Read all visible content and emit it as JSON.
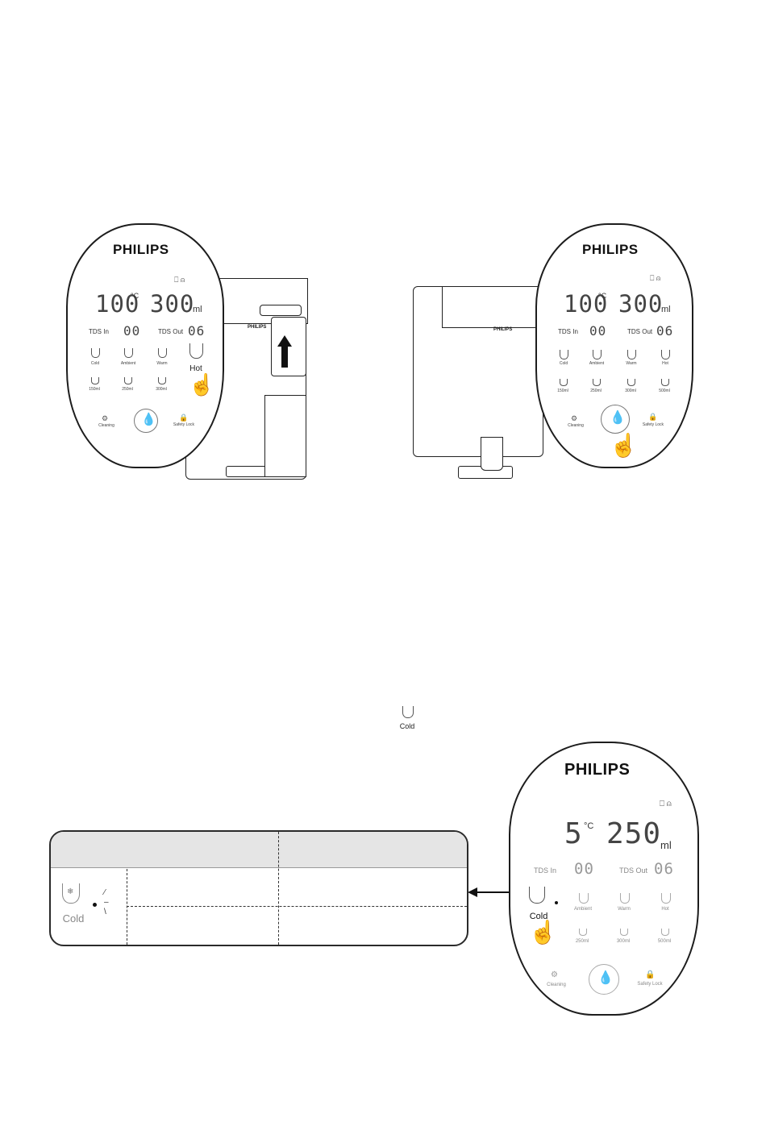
{
  "brand": "PHILIPS",
  "top_left_panel": {
    "temp": "100",
    "temp_unit": "°C",
    "volume": "300",
    "volume_unit": "ml",
    "tds_in_label": "TDS In",
    "tds_in_value": "00",
    "tds_out_label": "TDS Out",
    "tds_out_value": "06",
    "temps": [
      "Cold",
      "Ambient",
      "Warm",
      "Hot"
    ],
    "hot_big_label": "Hot",
    "volumes": [
      "150ml",
      "250ml",
      "300ml"
    ],
    "cleaning": "Cleaning",
    "safety_lock": "Safety Lock"
  },
  "top_right_panel": {
    "temp": "100",
    "temp_unit": "°C",
    "volume": "300",
    "volume_unit": "ml",
    "tds_in_label": "TDS In",
    "tds_in_value": "00",
    "tds_out_label": "TDS Out",
    "tds_out_value": "06",
    "temps": [
      "Cold",
      "Ambient",
      "Warm",
      "Hot"
    ],
    "volumes": [
      "150ml",
      "250ml",
      "300ml",
      "500ml"
    ],
    "cleaning": "Cleaning",
    "safety_lock": "Safety Lock"
  },
  "machine_brand": "PHILIPS",
  "cold_icon_label": "Cold",
  "bottom_panel": {
    "temp": "5",
    "temp_unit": "°C",
    "volume": "250",
    "volume_unit": "ml",
    "tds_in_label": "TDS In",
    "tds_in_value": "00",
    "tds_out_label": "TDS Out",
    "tds_out_value": "06",
    "temps": [
      "Cold",
      "Ambient",
      "Warm",
      "Hot"
    ],
    "volumes": [
      "250ml",
      "300ml",
      "500ml"
    ],
    "cleaning": "Cleaning",
    "safety_lock": "Safety Lock"
  },
  "table": {
    "cold_label": "Cold"
  }
}
